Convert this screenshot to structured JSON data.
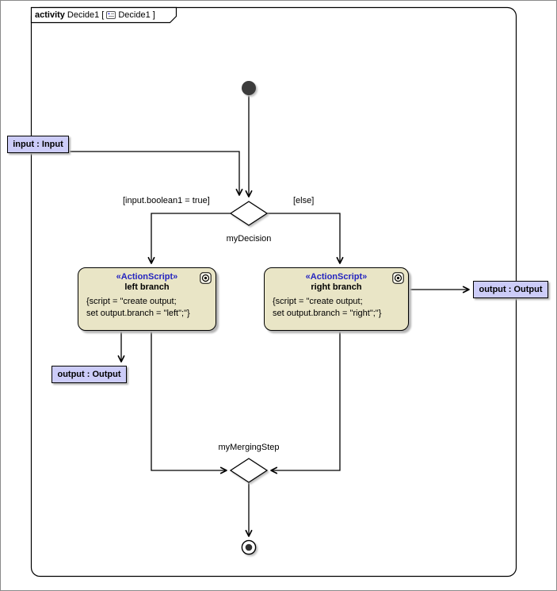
{
  "frame": {
    "keyword": "activity",
    "activity_name": "Decide1",
    "open_bracket": "[",
    "diagram_name": "Decide1",
    "close_bracket": "]"
  },
  "decision": {
    "name": "myDecision",
    "guard_true": "[input.boolean1 = true]",
    "guard_else": "[else]"
  },
  "merge": {
    "name": "myMergingStep"
  },
  "actions": {
    "left": {
      "stereotype": "«ActionScript»",
      "name": "left branch",
      "script_line1": "{script = \"create output;",
      "script_line2": "set output.branch = \"left\";\"}"
    },
    "right": {
      "stereotype": "«ActionScript»",
      "name": "right branch",
      "script_line1": "{script = \"create output;",
      "script_line2": "set output.branch = \"right\";\"}"
    }
  },
  "pins": {
    "input": "input : Input",
    "output_left": "output : Output",
    "output_right": "output : Output"
  },
  "icons": {
    "header": "activity-diagram-icon",
    "action_badge": "script-action-icon"
  },
  "colors": {
    "action_fill": "#e9e5c6",
    "pin_fill": "#ccccf8",
    "stereotype_text": "#2424c0",
    "node_fill": "#3c3c3c",
    "line": "#000000"
  }
}
